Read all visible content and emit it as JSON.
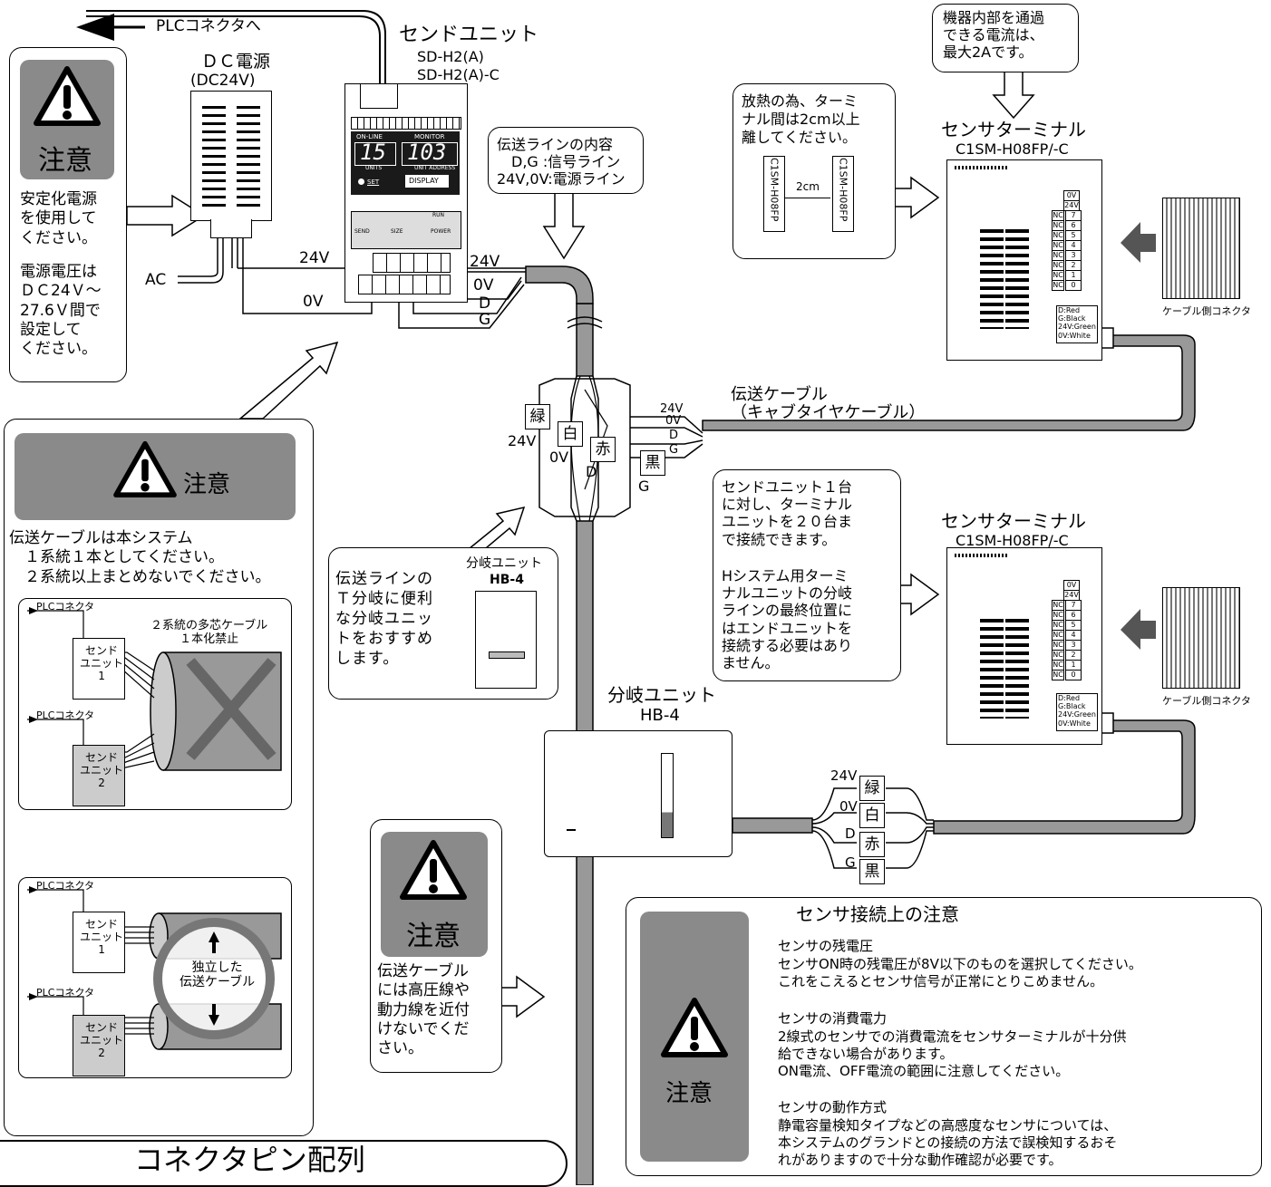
{
  "top": {
    "plc_connector": "PLCコネクタへ"
  },
  "send_unit": {
    "title": "センドユニット",
    "model1": "SD-H2(A)",
    "model2": "SD-H2(A)-C",
    "on_line": "ON-LINE",
    "monitor": "MONITOR",
    "display_left": "15",
    "display_right": "103",
    "units": "UNITS",
    "unit_address": "UNIT ADDRESS",
    "set": "SET",
    "display_btn": "DISPLAY",
    "run": "RUN",
    "power": "POWER",
    "send": "SEND",
    "size": "SIZE"
  },
  "dc_power": {
    "title": "ＤＣ電源",
    "subtitle": "(DC24V)"
  },
  "caution_left_top": {
    "word": "注意",
    "text1": "安定化電源\nを使用して\nください。",
    "text2": "電源電圧は\nＤＣ24Ｖ～\n27.6Ｖ間で\n設定して\nください。"
  },
  "wire_labels": {
    "ac": "AC",
    "v24_left": "24V",
    "v0_left": "0V",
    "v24_right": "24V",
    "v0_right": "0V",
    "d": "D",
    "g": "G"
  },
  "transmission_line_note": {
    "text": "伝送ラインの内容\n　D,G :信号ライン\n24V,0V:電源ライン"
  },
  "heat_note": {
    "text": "放熱の為、ターミ\nナル間は2cm以上\n離してください。",
    "model_a": "C1SM-H08FP",
    "model_b": "C1SM-H08FP",
    "gap": "2cm"
  },
  "current_note": {
    "text": "機器内部を通過\nできる電流は、\n最大2Aです。"
  },
  "sensor_terminal_1": {
    "title": "センサターミナル",
    "model": "C1SM-H08FP/-C",
    "pins": [
      "0V",
      "24V",
      "7",
      "6",
      "5",
      "4",
      "3",
      "2",
      "1",
      "0"
    ],
    "nc": "NC",
    "legend": "D:Red\nG:Black\n24V:Green\n0V:White",
    "connector_label": "ケーブル側コネクタ"
  },
  "sensor_terminal_2": {
    "title": "センサターミナル",
    "model": "C1SM-H08FP/-C",
    "pins": [
      "0V",
      "24V",
      "7",
      "6",
      "5",
      "4",
      "3",
      "2",
      "1",
      "0"
    ],
    "nc": "NC",
    "legend": "D:Red\nG:Black\n24V:Green\n0V:White",
    "connector_label": "ケーブル側コネクタ"
  },
  "transmission_cable": {
    "label": "伝送ケーブル",
    "sub": "（キャブタイヤケーブル）"
  },
  "branch_top": {
    "green": "緑",
    "white": "白",
    "red": "赤",
    "black": "黒",
    "v24": "24V",
    "v0": "0V",
    "d": "D",
    "g": "G",
    "out_24v": "24V",
    "out_0v": "0V",
    "out_d": "D",
    "out_g": "G"
  },
  "caution_big_left": {
    "word": "注意",
    "text": "伝送ケーブルは本システム\n　１系統１本としてください。\n　２系統以上まとめないでください。",
    "plc1": "PLCコネクタ",
    "plc2": "PLCコネクタ",
    "send1": "センド\nユニット\n1",
    "send2": "センド\nユニット\n2",
    "prohibited": "２系統の多芯ケーブル\n１本化禁止",
    "plc3": "PLCコネクタ",
    "plc4": "PLCコネクタ",
    "send3": "センド\nユニット\n1",
    "send4": "センド\nユニット\n2",
    "independent": "独立した\n伝送ケーブル"
  },
  "branch_recommend": {
    "text": "伝送ラインの\nＴ分岐に便利\nな分岐ユニッ\nトをおすすめ\nします。",
    "title": "分岐ユニット",
    "model": "HB-4"
  },
  "terminal_count_note": {
    "text1": "センドユニット１台\nに対し、ターミナル\nユニットを２０台ま\nで接続できます。",
    "text2": "Hシステム用ターミ\nナルユニットの分岐\nラインの最終位置に\nはエンドユニットを\n接続する必要はあり\nません。"
  },
  "branch_unit_main": {
    "title": "分岐ユニット",
    "model": "HB-4"
  },
  "branch_bottom": {
    "v24": "24V",
    "v0": "0V",
    "d": "D",
    "g": "G",
    "green": "緑",
    "white": "白",
    "red": "赤",
    "black": "黒"
  },
  "caution_bottom_left": {
    "word": "注意",
    "text": "伝送ケーブル\nには高圧線や\n動力線を近付\nけないでくだ\nさい。"
  },
  "sensor_caution": {
    "word": "注意",
    "title": "センサ接続上の注意",
    "h1": "センサの残電圧",
    "p1": "センサON時の残電圧が8V以下のものを選択してください。\nこれをこえるとセンサ信号が正常にとりこめません。",
    "h2": "センサの消費電力",
    "p2": "2線式のセンサでの消費電流をセンサターミナルが十分供\n給できない場合があります。\nON電流、OFF電流の範囲に注意してください。",
    "h3": "センサの動作方式",
    "p3": "静電容量検知タイプなどの高感度なセンサについては、\n本システムのグランドとの接続の方法で誤検知するおそ\nれがありますので十分な動作確認が必要です。"
  },
  "footer": {
    "connector_pin": "コネクタピン配列"
  }
}
